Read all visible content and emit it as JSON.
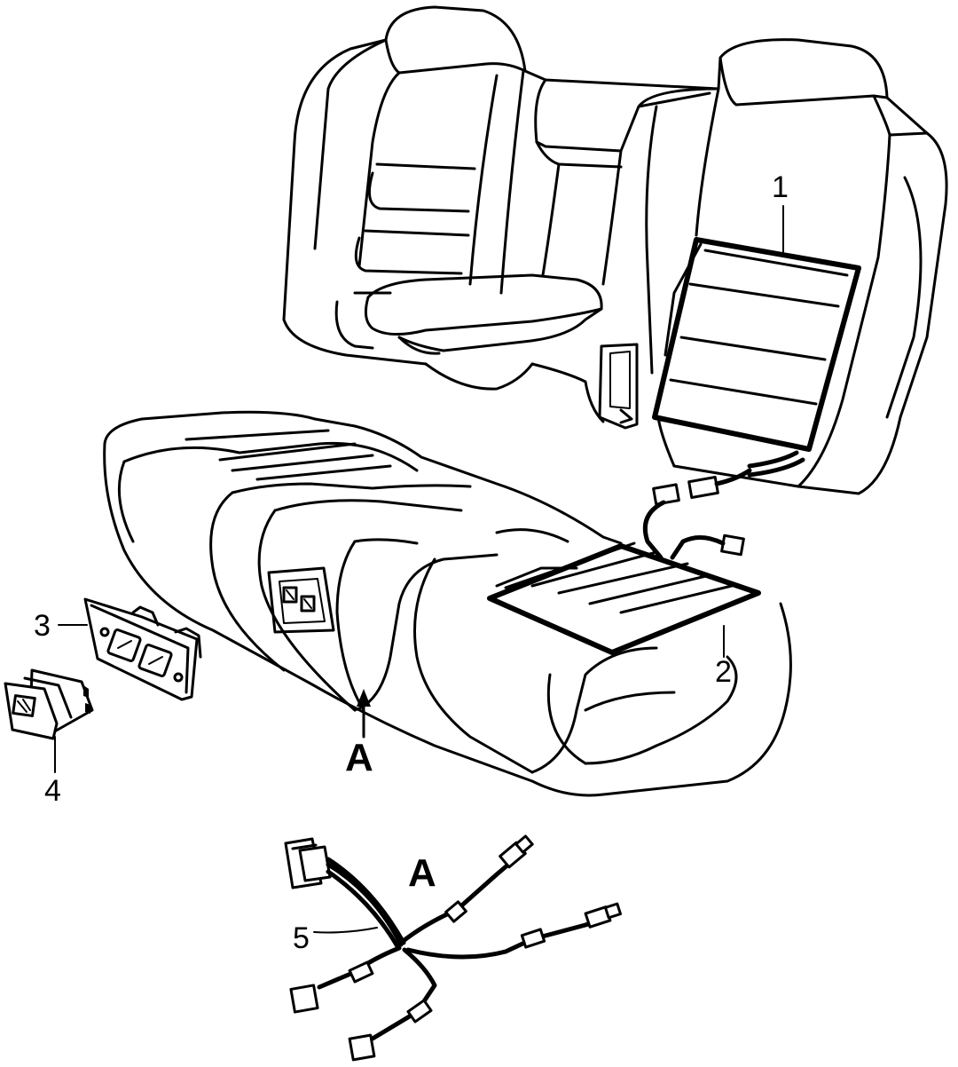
{
  "callouts": [
    {
      "id": "1",
      "label": "1"
    },
    {
      "id": "2",
      "label": "2"
    },
    {
      "id": "3",
      "label": "3"
    },
    {
      "id": "4",
      "label": "4"
    },
    {
      "id": "5",
      "label": "5"
    }
  ],
  "view_reference": {
    "arrow_label": "A",
    "detail_label": "A"
  }
}
